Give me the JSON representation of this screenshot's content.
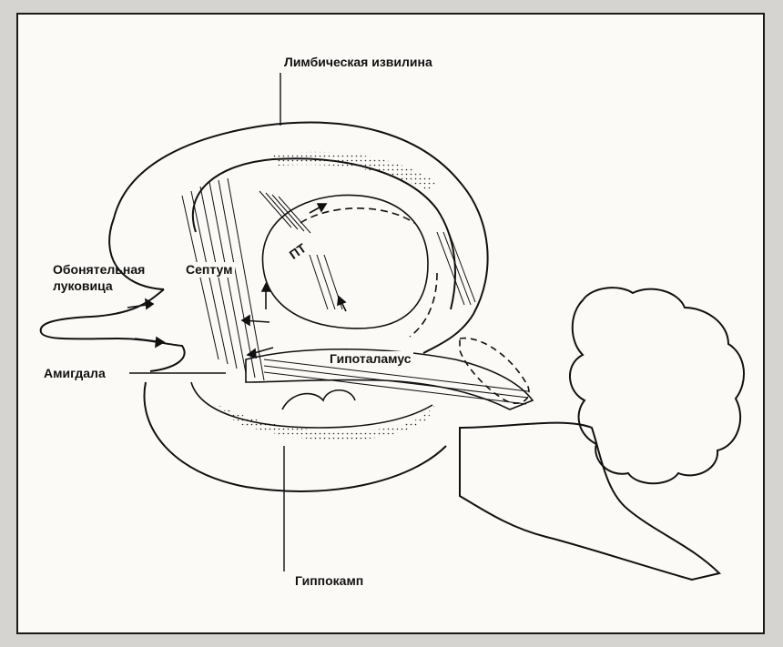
{
  "figure": {
    "labels": {
      "limbic_gyrus": "Лимбическая извилина",
      "olfactory_bulb_line1": "Обонятельная",
      "olfactory_bulb_line2": "луковица",
      "septum": "Септум",
      "pt": "ПТ",
      "amygdala": "Амигдала",
      "hypothalamus": "Гипоталамус",
      "hippocampus": "Гиппокамп"
    },
    "ink_color": "#111111",
    "paper_color": "#fbfaf7"
  }
}
